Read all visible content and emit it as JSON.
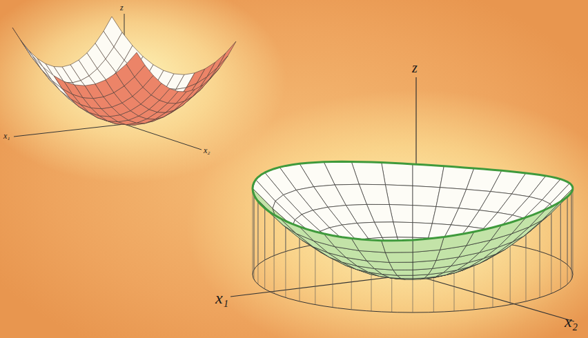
{
  "diagram": {
    "labels": [
      "z",
      "x₁",
      "x₂",
      "z",
      "x₁",
      "x₂"
    ]
  }
}
